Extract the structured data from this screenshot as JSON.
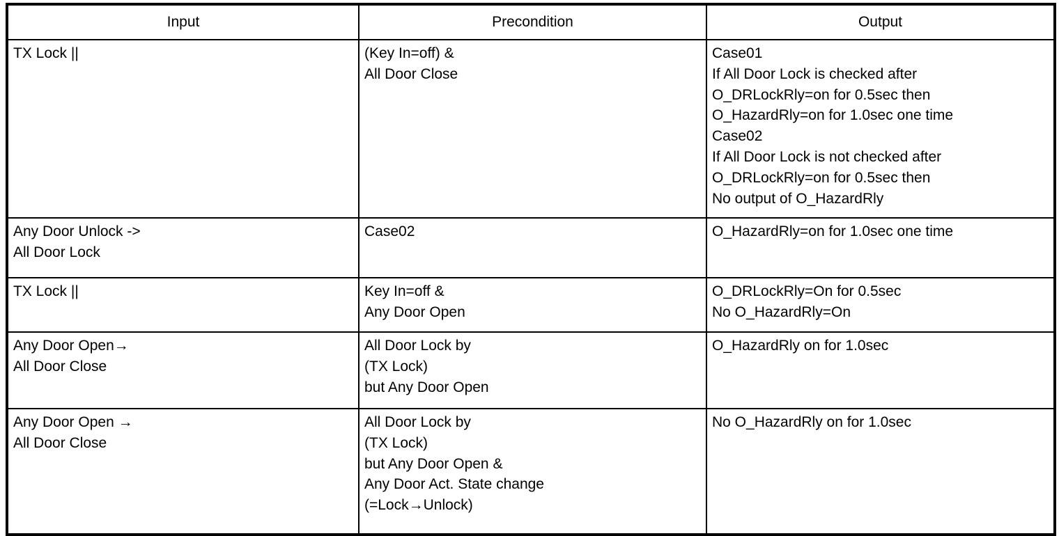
{
  "table": {
    "columns": [
      "Input",
      "Precondition",
      "Output"
    ],
    "rows": [
      {
        "input": "TX Lock ||",
        "precondition_lines": [
          "(Key In=off) &",
          "All Door Close"
        ],
        "precondition": "(Key In=off) &\nAll Door Close",
        "output_lines": [
          "Case01",
          "If All Door Lock is checked after",
          "O_DRLockRly=on for 0.5sec then",
          "O_HazardRly=on for 1.0sec one time",
          "Case02",
          "If All Door Lock is not checked after",
          "O_DRLockRly=on for 0.5sec then",
          "No output of O_HazardRly"
        ],
        "output": "Case01\nIf All Door Lock is checked after\nO_DRLockRly=on for 0.5sec then\nO_HazardRly=on for 1.0sec one time\nCase02\nIf All Door Lock is not checked after\nO_DRLockRly=on for 0.5sec then\nNo output of O_HazardRly"
      },
      {
        "input": "Any Door Unlock ->\nAll Door Lock",
        "input_lines": [
          "Any Door Unlock ->",
          "All Door Lock"
        ],
        "precondition": "Case02",
        "precondition_lines": [
          "Case02"
        ],
        "output": "O_HazardRly=on for 1.0sec one time",
        "output_lines": [
          "O_HazardRly=on for 1.0sec one time"
        ]
      },
      {
        "input": "TX Lock ||",
        "input_lines": [
          "TX Lock ||"
        ],
        "precondition": "Key In=off &\nAny Door Open",
        "precondition_lines": [
          "Key In=off &",
          "Any Door Open"
        ],
        "output": "O_DRLockRly=On for 0.5sec\nNo O_HazardRly=On",
        "output_lines": [
          "O_DRLockRly=On for 0.5sec",
          "No O_HazardRly=On"
        ]
      },
      {
        "input": "Any Door Open→\nAll Door Close",
        "input_lines": [
          "Any Door Open→",
          "All Door Close"
        ],
        "precondition": "All Door Lock by\n(TX Lock)\nbut Any Door Open",
        "precondition_lines": [
          "All Door Lock by",
          "(TX Lock)",
          "but Any Door Open"
        ],
        "output": "O_HazardRly on for 1.0sec",
        "output_lines": [
          "O_HazardRly on for 1.0sec"
        ]
      },
      {
        "input": "Any Door Open →\nAll Door Close",
        "input_lines": [
          "Any Door Open →",
          "All Door Close"
        ],
        "precondition": "All Door Lock by\n(TX Lock)\nbut Any Door Open &\nAny Door Act. State change\n(=Lock→Unlock)",
        "precondition_lines": [
          "All Door Lock by",
          "(TX Lock)",
          "but Any Door Open &",
          "Any Door Act. State change",
          "(=Lock→Unlock)"
        ],
        "output": "No O_HazardRly on for 1.0sec",
        "output_lines": [
          "No O_HazardRly on for 1.0sec"
        ]
      }
    ]
  },
  "colors": {
    "border": "#000000",
    "background": "#ffffff",
    "text": "#000000"
  }
}
